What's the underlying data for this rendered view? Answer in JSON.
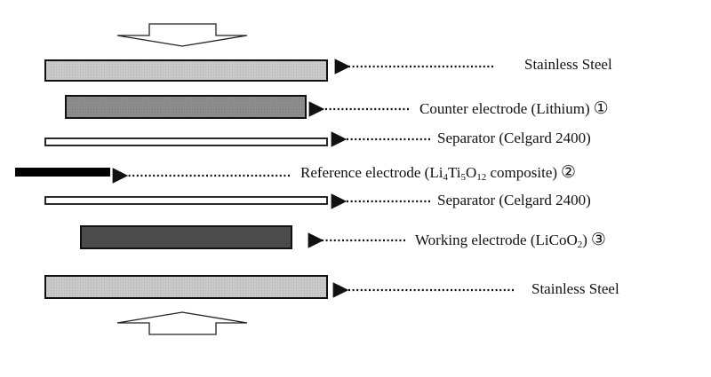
{
  "diagram": {
    "title": "",
    "layers": [
      {
        "id": "stainless-top",
        "label": "Stainless Steel",
        "fill": "#c9c9c9"
      },
      {
        "id": "counter",
        "label": "Counter electrode (Lithium)",
        "marker": "①",
        "fill": "#8c8c8c"
      },
      {
        "id": "separator-1",
        "label": "Separator (Celgard 2400)",
        "fill": "#ffffff"
      },
      {
        "id": "reference",
        "label_prefix": "Reference electrode (Li",
        "sub1": "4",
        "mid1": "Ti",
        "sub2": "5",
        "mid2": "O",
        "sub3": "12",
        "label_suffix": " composite)",
        "marker": "②",
        "fill": "#000000"
      },
      {
        "id": "separator-2",
        "label": "Separator (Celgard 2400)",
        "fill": "#ffffff"
      },
      {
        "id": "working",
        "label_prefix": "Working electrode (LiCoO",
        "sub1": "2",
        "label_suffix": ")",
        "marker": "③",
        "fill": "#4b4b4b"
      },
      {
        "id": "stainless-bottom",
        "label": "Stainless Steel",
        "fill": "#c9c9c9"
      }
    ],
    "arrows": {
      "top": "press-down-arrow",
      "bottom": "press-up-arrow"
    }
  }
}
